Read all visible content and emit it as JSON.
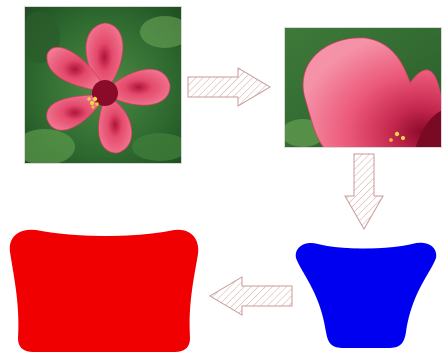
{
  "diagram": {
    "steps": [
      {
        "kind": "photo",
        "subject": "hibiscus-flower"
      },
      {
        "kind": "photo-crop",
        "subject": "hibiscus-petal-closeup"
      },
      {
        "kind": "shape",
        "subject": "blue-petal-shape",
        "color": "#0000f0"
      },
      {
        "kind": "shape",
        "subject": "red-petal-shape",
        "color": "#f00000"
      }
    ],
    "arrows": [
      {
        "from": 0,
        "to": 1,
        "direction": "right"
      },
      {
        "from": 1,
        "to": 2,
        "direction": "down"
      },
      {
        "from": 2,
        "to": 3,
        "direction": "left"
      }
    ],
    "colors": {
      "arrow_stroke": "#c79a9a",
      "arrow_fill": "#ffffff",
      "petal_pink": "#e8506e",
      "foliage_green": "#3d7a3a",
      "blue_shape": "#0000f0",
      "red_shape": "#f00000"
    }
  }
}
